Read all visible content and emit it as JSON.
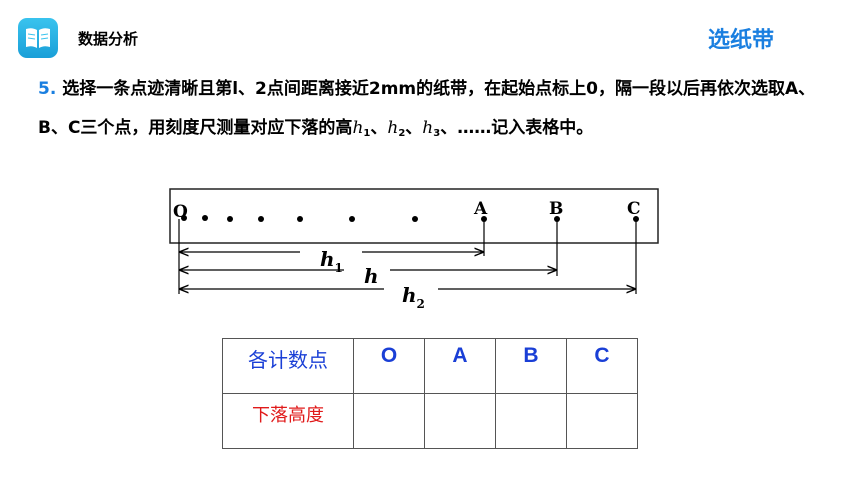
{
  "header": {
    "title": "数据分析",
    "icon": "book-icon",
    "icon_color": "#1a9fd8"
  },
  "section_title": "选纸带",
  "instruction": {
    "number": "5.",
    "text_1": "选择一条点迹清晰且第l、2点间距离接近2mm的纸带，在起始点标上0，隔一段以后再依次选取A、B、C三个点，用刻度尺测量对应下落的高",
    "h_symbol": "h",
    "sub_1": "1",
    "sub_2": "2",
    "sub_3": "3",
    "sep": "、",
    "text_2": "、……记入表格中。"
  },
  "diagram": {
    "point_labels": [
      "O",
      "A",
      "B",
      "C"
    ],
    "measure_labels": [
      {
        "symbol": "h",
        "sub": "1"
      },
      {
        "symbol": "h",
        "sub": ""
      },
      {
        "symbol": "h",
        "sub": "2"
      }
    ]
  },
  "table": {
    "row_headers": [
      "各计数点",
      "下落高度"
    ],
    "columns": [
      "O",
      "A",
      "B",
      "C"
    ]
  },
  "colors": {
    "accent": "#1a7fe0",
    "table_header": "#1a3fd6",
    "table_row": "#e01a1a"
  }
}
